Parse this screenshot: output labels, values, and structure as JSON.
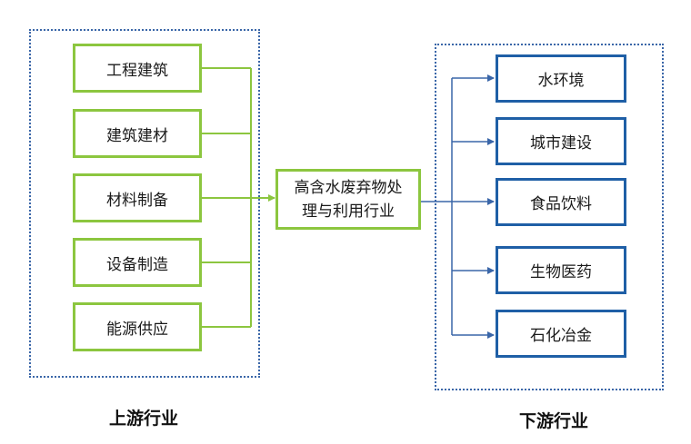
{
  "upstream": {
    "label": "上游行业",
    "items": [
      "工程建筑",
      "建筑建材",
      "材料制备",
      "设备制造",
      "能源供应"
    ]
  },
  "center": {
    "line1": "高含水废弃物处",
    "line2": "理与利用行业"
  },
  "downstream": {
    "label": "下游行业",
    "items": [
      "水环境",
      "城市建设",
      "食品饮料",
      "生物医药",
      "石化冶金"
    ]
  },
  "colors": {
    "upstream_border": "#8cc63f",
    "downstream_border": "#1f5fa6",
    "region_border": "#3a66a8",
    "upstream_connector": "#8cc63f",
    "downstream_connector": "#3a66a8"
  }
}
